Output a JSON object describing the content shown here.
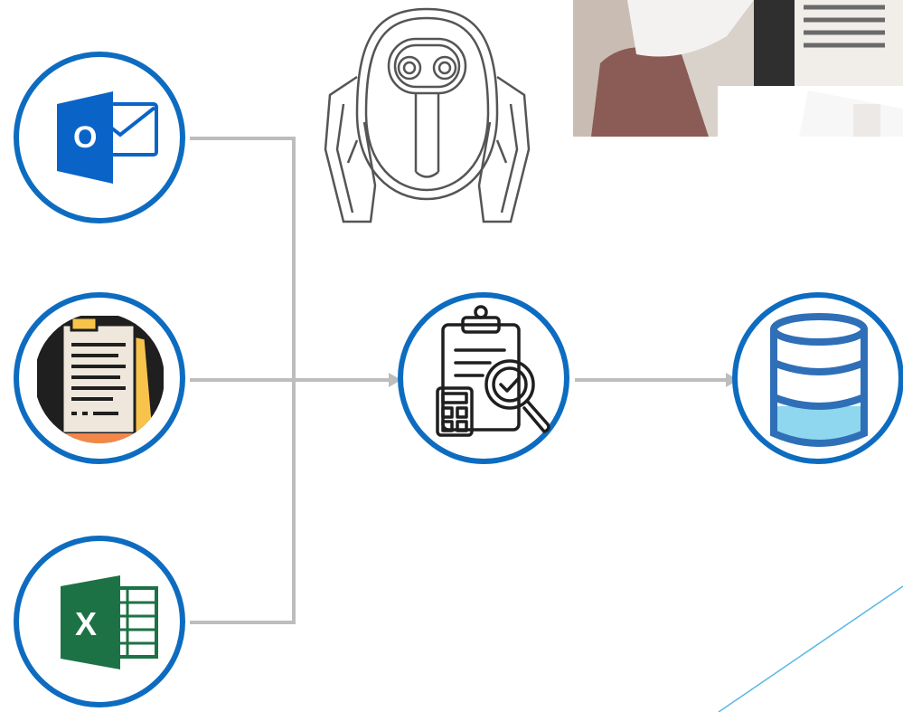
{
  "diagram": {
    "sources": [
      {
        "icon": "outlook-icon",
        "letter": "O"
      },
      {
        "icon": "documents-icon"
      },
      {
        "icon": "excel-icon",
        "letter": "X"
      }
    ],
    "process": {
      "icon": "clipboard-analysis-icon"
    },
    "destination": {
      "icon": "database-icon"
    },
    "robot": {
      "icon": "robot-icon"
    },
    "photo": {
      "subject": "office-worker-photo"
    },
    "colors": {
      "ring": "#0d6cc0",
      "connector": "#bdbdbd",
      "outlook": "#0a64c8",
      "excel": "#1d7245",
      "database": "#2f6fb8",
      "database_fill": "#8ed7ee",
      "accent_line": "#57b8e6"
    }
  }
}
